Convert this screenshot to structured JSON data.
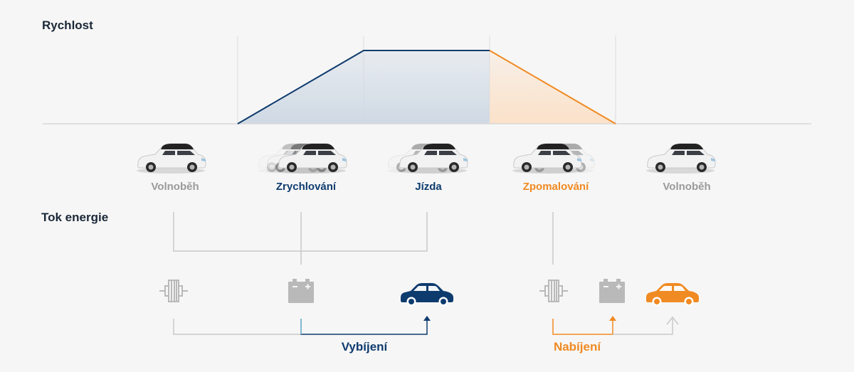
{
  "speed_heading": "Rychlost",
  "energy_heading": "Tok energie",
  "phases": [
    {
      "label": "Volnoběh",
      "color": "#9a9a9a"
    },
    {
      "label": "Zrychlování",
      "color": "#0e3b6e"
    },
    {
      "label": "Jízda",
      "color": "#0e3b6e"
    },
    {
      "label": "Zpomalování",
      "color": "#f08a22"
    },
    {
      "label": "Volnoběh",
      "color": "#9a9a9a"
    }
  ],
  "flows": [
    {
      "label": "Vybíjení",
      "color": "#0e3b6e"
    },
    {
      "label": "Nabíjení",
      "color": "#f08a22"
    }
  ],
  "icons": [
    "motor-icon",
    "battery-icon",
    "car-icon"
  ],
  "colors": {
    "accent_blue": "#0e3b6e",
    "accent_orange": "#f08a22",
    "light_blue": "#7fc3dd",
    "neutral_gray": "#c4c4c4"
  }
}
